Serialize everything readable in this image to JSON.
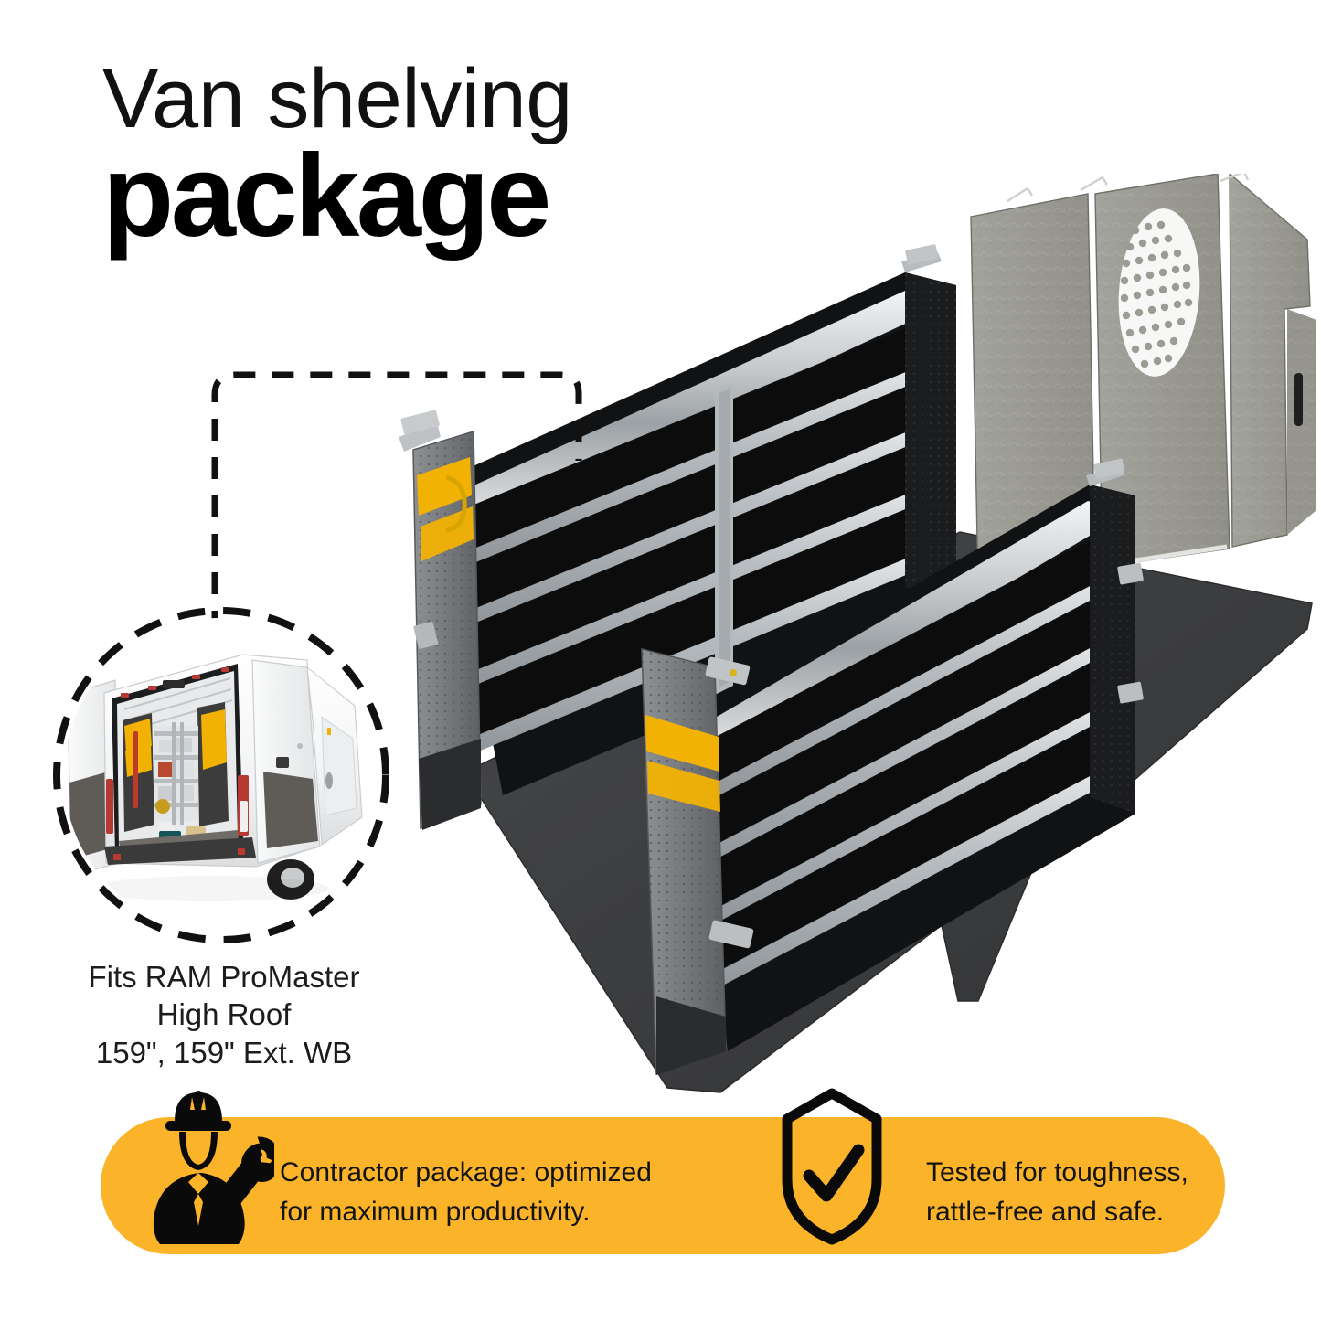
{
  "headline": {
    "line1": "Van shelving",
    "line2": "package"
  },
  "fitment": {
    "line1": "Fits RAM ProMaster",
    "line2": "High Roof",
    "line3": "159\", 159\" Ext. WB"
  },
  "inset": {
    "alt": "Rear view of white RAM ProMaster cargo van with doors open showing installed shelving, ladder, tool cases and partition"
  },
  "banner": {
    "background_color": "#FBB429",
    "features": [
      {
        "icon": "contractor-worker-tools-icon",
        "line1": "Contractor package: optimized",
        "line2": "for maximum productivity."
      },
      {
        "icon": "shield-check-icon",
        "line1": "Tested for toughness,",
        "line2": "rattle-free and safe."
      }
    ]
  },
  "product": {
    "alt": "Exploded view of van shelving package: two steel shelving units with aluminum shelf lips, yellow striped end panels, bulkhead partition and floor mat",
    "colors": {
      "shelf_deck": "#0d0d0d",
      "shelf_lip": "#c9ccce",
      "end_panel": "#7a7d80",
      "accent_stripe": "#F2B203",
      "floor_mat": "#3b3b3d",
      "partition": "#9a9a98"
    },
    "components": [
      "rear-shelving-unit",
      "front-shelving-unit",
      "bulkhead-partition",
      "floor-mat"
    ]
  }
}
